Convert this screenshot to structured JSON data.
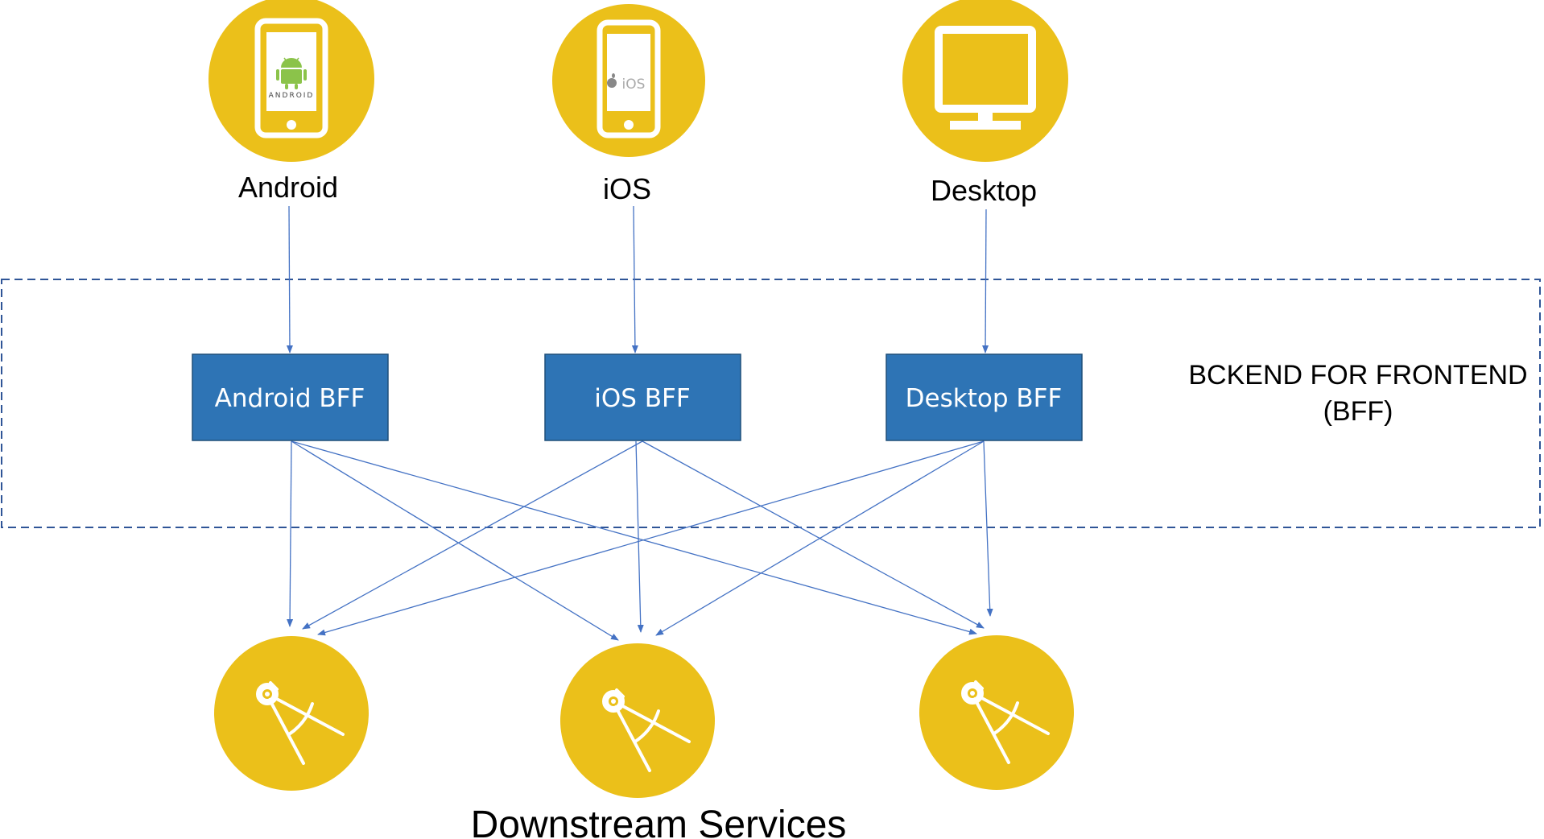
{
  "colors": {
    "circle_fill": "#EBC01A",
    "icon_stroke": "#ffffff",
    "box_fill": "#2E74B5",
    "box_border": "#1F4E79",
    "arrow": "#4472C4",
    "dashed_border": "#2F5597",
    "android_green": "#8BC34A",
    "apple_gray": "#888888"
  },
  "clients": [
    {
      "label": "Android",
      "icon": "android-phone-icon",
      "screen_logo": "ANDROID"
    },
    {
      "label": "iOS",
      "icon": "ios-phone-icon",
      "screen_logo": "iOS"
    },
    {
      "label": "Desktop",
      "icon": "desktop-monitor-icon"
    }
  ],
  "bff_layer": {
    "title_line1": "BCKEND FOR FRONTEND",
    "title_line2": "(BFF)",
    "boxes": [
      {
        "label": "Android BFF"
      },
      {
        "label": "iOS BFF"
      },
      {
        "label": "Desktop BFF"
      }
    ]
  },
  "services": {
    "title": "Downstream Services",
    "items": [
      {
        "icon": "compass-icon"
      },
      {
        "icon": "compass-icon"
      },
      {
        "icon": "compass-icon"
      }
    ]
  }
}
